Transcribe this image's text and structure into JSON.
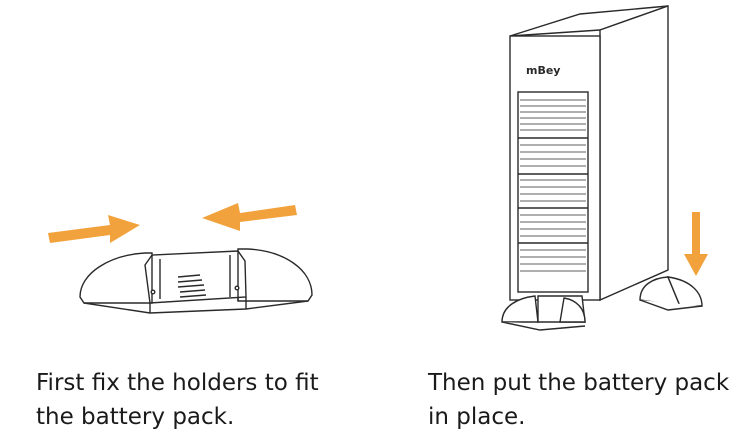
{
  "steps": [
    {
      "caption_line1": "First fix the holders to fit",
      "caption_line2": "the battery pack."
    },
    {
      "caption_line1": "Then put the battery pack",
      "caption_line2": "in place."
    }
  ],
  "device": {
    "brand_label": "mBey"
  },
  "colors": {
    "arrow": "#F2A23C",
    "line": "#2a2a2a",
    "text": "#1a1a1a"
  },
  "icons": {
    "left_arrows": "arrow-right-icon, arrow-left-icon",
    "down_arrow": "arrow-down-icon"
  }
}
